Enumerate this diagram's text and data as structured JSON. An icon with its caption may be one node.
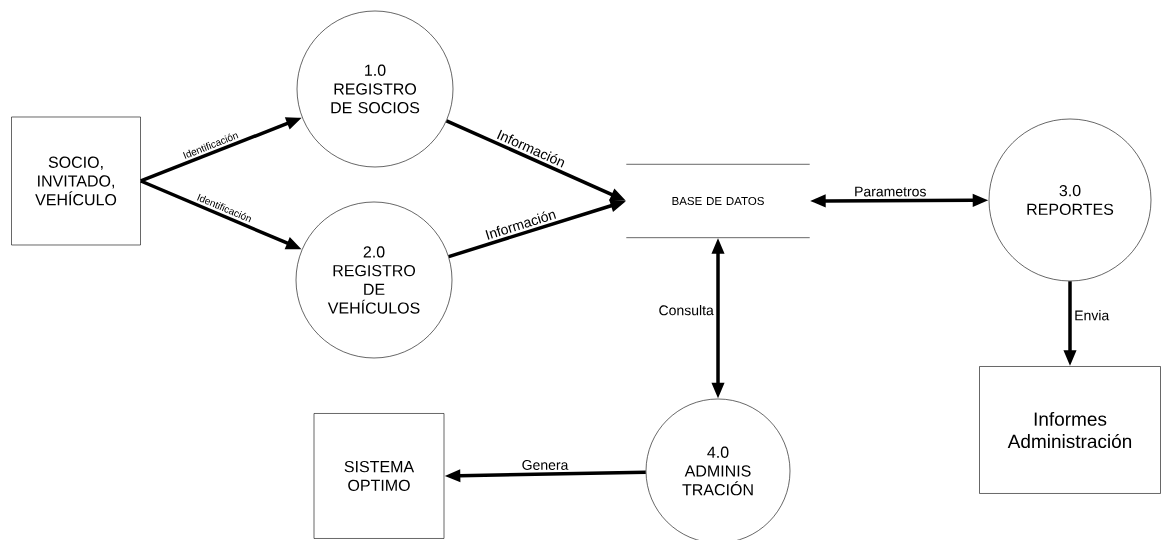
{
  "diagram": {
    "nodes": [
      {
        "text": [
          "SOCIO, INVITADO, VEHÍCULO"
        ]
      },
      {
        "text": [
          "1.0",
          "REGISTRO DE SOCIOS"
        ]
      },
      {
        "text": [
          "2.0",
          "REGISTRO DE VEHÍCULOS"
        ]
      },
      {
        "text": [
          "BASE DE DATOS"
        ]
      },
      {
        "text": [
          "3.0",
          "REPORTES"
        ]
      },
      {
        "text": [
          "Informes Administración"
        ]
      },
      {
        "text": [
          "4.0",
          "ADMINIS TRACIÓN"
        ]
      },
      {
        "text": [
          "SISTEMA OPTIMO"
        ]
      }
    ],
    "edges": [
      {
        "from": 0,
        "to": 1,
        "arrow": "to",
        "label": "Identificación"
      },
      {
        "from": 0,
        "to": 2,
        "arrow": "to",
        "label": "Identificación"
      },
      {
        "from": 1,
        "to": 3,
        "arrow": "to",
        "label": "Información"
      },
      {
        "from": 2,
        "to": 3,
        "arrow": "to",
        "label": "Información"
      },
      {
        "from": 3,
        "to": 4,
        "arrow": "both",
        "label": "Parametros"
      },
      {
        "from": 3,
        "to": 6,
        "arrow": "both",
        "label": "Consulta"
      },
      {
        "from": 4,
        "to": 5,
        "arrow": "to",
        "label": "Envia"
      },
      {
        "from": 6,
        "to": 7,
        "arrow": "to",
        "label": "Genera"
      }
    ]
  }
}
